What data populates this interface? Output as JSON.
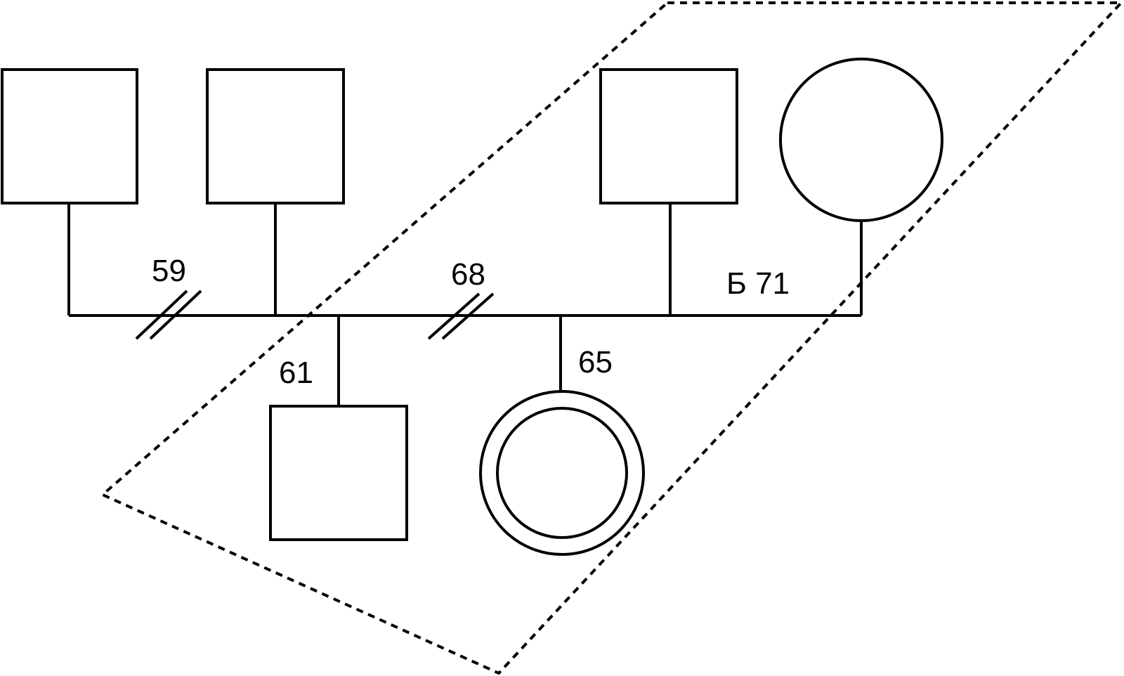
{
  "labels": {
    "line_59": "59",
    "line_68": "68",
    "line_71": "Б 71",
    "line_61": "61",
    "line_65": "65"
  },
  "colors": {
    "stroke": "#000000",
    "background": "#ffffff"
  }
}
